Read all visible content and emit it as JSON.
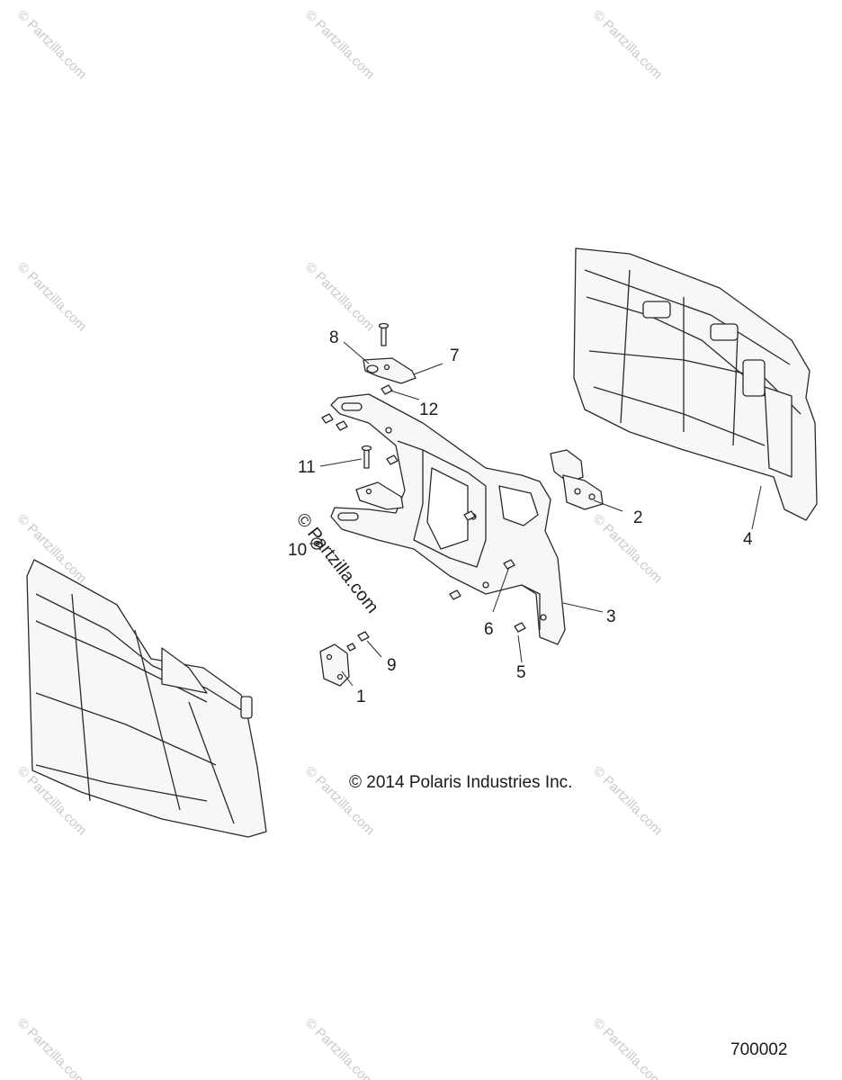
{
  "diagram": {
    "copyright": "© 2014 Polaris Industries Inc.",
    "diagram_id": "700002",
    "watermark": "© Partzilla.com",
    "callouts": [
      "1",
      "2",
      "3",
      "4",
      "5",
      "6",
      "7",
      "8",
      "9",
      "10",
      "11",
      "12"
    ]
  },
  "colors": {
    "line": "#2a2a2a",
    "fill": "#f7f7f7",
    "watermark": "#c9c9c9"
  }
}
